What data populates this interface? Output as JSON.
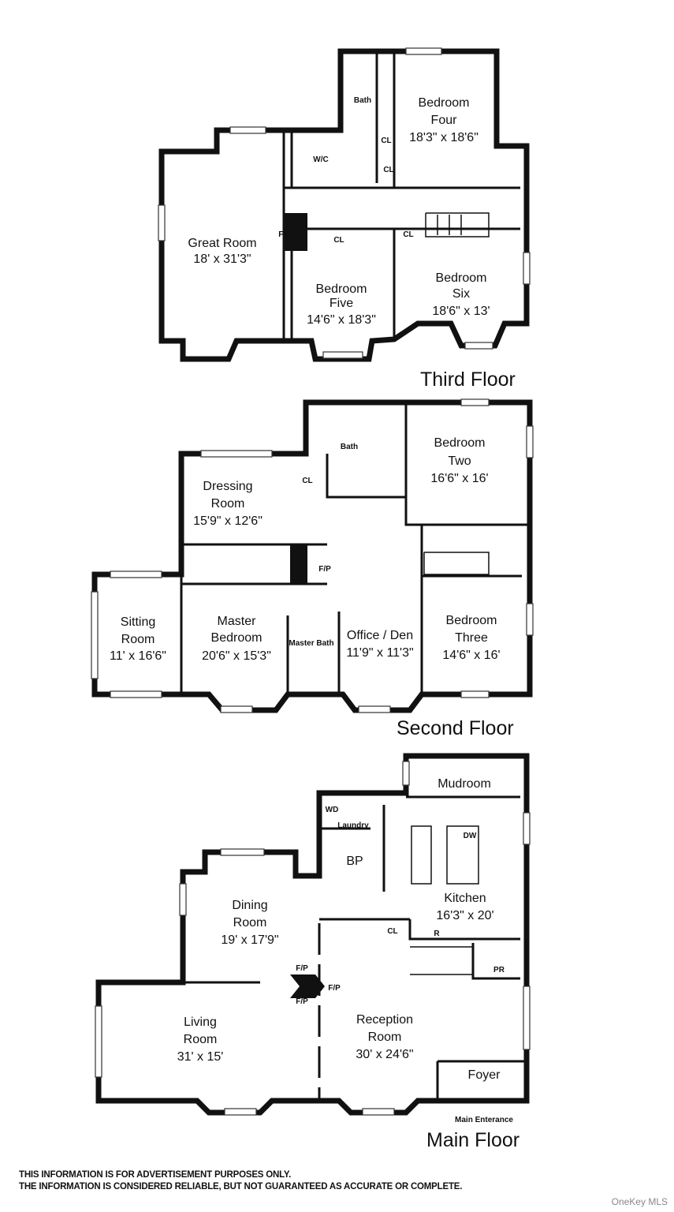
{
  "floors": {
    "third": {
      "title": "Third Floor",
      "rooms": [
        {
          "name": "Great Room",
          "size": "18' x 31'3\""
        },
        {
          "name": "Bedroom Four",
          "size": "18'3\" x 18'6\""
        },
        {
          "name": "Bedroom Five",
          "size": "14'6\" x 18'3\""
        },
        {
          "name": "Bedroom Six",
          "size": "18'6\" x 13'"
        }
      ],
      "small_labels": [
        "Bath",
        "W/C",
        "F/P",
        "CL",
        "CL",
        "CL",
        "CL"
      ]
    },
    "second": {
      "title": "Second Floor",
      "rooms": [
        {
          "name": "Dressing Room",
          "size": "15'9\" x 12'6\""
        },
        {
          "name": "Bedroom Two",
          "size": "16'6\" x 16'"
        },
        {
          "name": "Sitting Room",
          "size": "11' x 16'6\""
        },
        {
          "name": "Master Bedroom",
          "size": "20'6\" x 15'3\""
        },
        {
          "name": "Office / Den",
          "size": "11'9\" x 11'3\""
        },
        {
          "name": "Bedroom Three",
          "size": "14'6\" x 16'"
        }
      ],
      "small_labels": [
        "Bath",
        "CL",
        "F/P",
        "Master Bath"
      ]
    },
    "main": {
      "title": "Main Floor",
      "rooms": [
        {
          "name": "Mudroom",
          "size": ""
        },
        {
          "name": "Kitchen",
          "size": "16'3\" x 20'"
        },
        {
          "name": "Dining Room",
          "size": "19' x 17'9\""
        },
        {
          "name": "Living Room",
          "size": "31' x 15'"
        },
        {
          "name": "Reception Room",
          "size": "30' x 24'6\""
        },
        {
          "name": "Foyer",
          "size": ""
        }
      ],
      "small_labels": [
        "WD",
        "Laundry",
        "BP",
        "DW",
        "CL",
        "R",
        "PR",
        "F/P",
        "Main Enterance"
      ]
    }
  },
  "disclaimer": [
    "THIS INFORMATION IS FOR ADVERTISEMENT PURPOSES ONLY.",
    "THE INFORMATION IS CONSIDERED RELIABLE, BUT NOT GUARANTEED AS ACCURATE OR COMPLETE."
  ],
  "watermark": "OneKey MLS"
}
